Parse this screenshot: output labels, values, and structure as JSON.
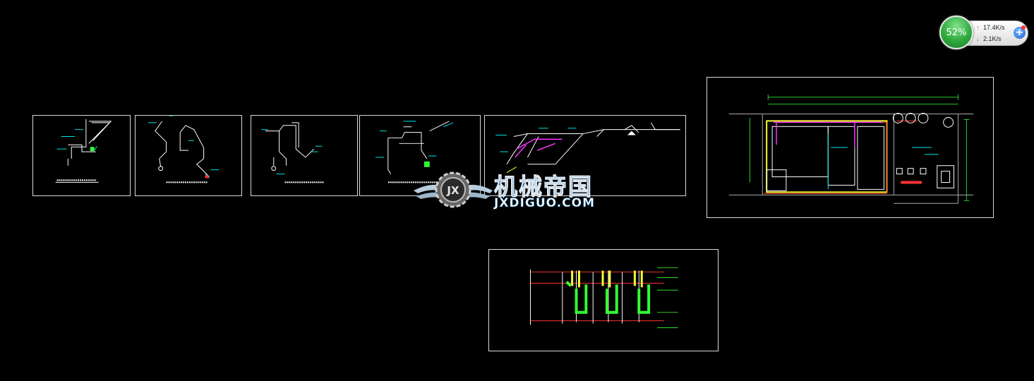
{
  "net_widget": {
    "percent": "52%",
    "upload": "17.4K/s",
    "download": "2.1K/s",
    "up_arrow": "↑",
    "down_arrow": "↓",
    "plus": "+",
    "ball_color": "#2faa3e"
  },
  "watermark": {
    "chinese_text": "机械帝国",
    "domain_text": "JXDIGUO.COM",
    "logo_initials": "JX"
  },
  "colors": {
    "canvas": "#000000",
    "sheet_border": "#d9d9d9",
    "pipe_white": "#ffffff",
    "pipe_cyan": "#00e5e5",
    "pipe_magenta": "#ff33ff",
    "pipe_yellow": "#ffff33",
    "pipe_green": "#33ff33",
    "pipe_red": "#ff3333"
  },
  "drawing_sheets": [
    "sheet-1",
    "sheet-2",
    "sheet-3",
    "sheet-4",
    "sheet-5",
    "sheet-plan",
    "sheet-section"
  ]
}
